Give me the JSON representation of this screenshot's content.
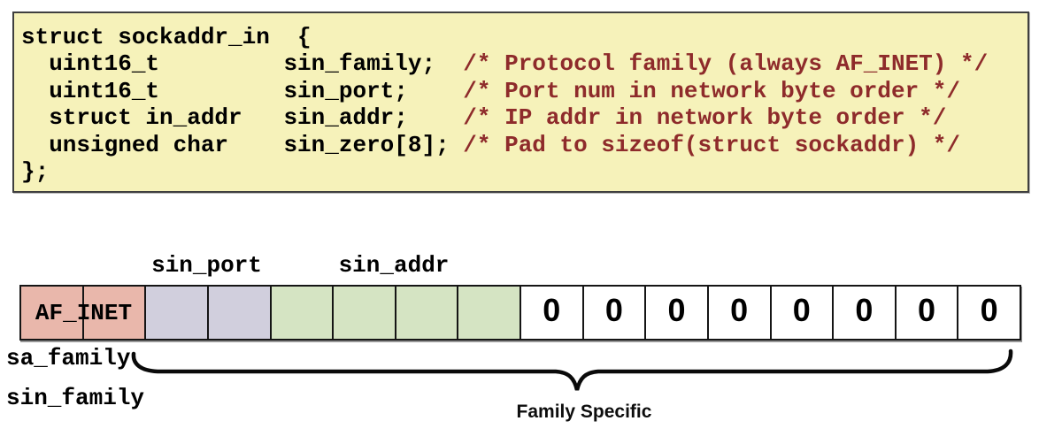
{
  "code_box": {
    "background": "#f6f2ba",
    "border_color": "#3f3f3f",
    "code_color": "#000000",
    "comment_color": "#8e2b2b",
    "lines": [
      {
        "code": "struct sockaddr_in  {",
        "comment": ""
      },
      {
        "code": "  uint16_t         sin_family;  ",
        "comment": "/* Protocol family (always AF_INET) */"
      },
      {
        "code": "  uint16_t         sin_port;    ",
        "comment": "/* Port num in network byte order */"
      },
      {
        "code": "  struct in_addr   sin_addr;    ",
        "comment": "/* IP addr in network byte order */"
      },
      {
        "code": "  unsigned char    sin_zero[8]; ",
        "comment": "/* Pad to sizeof(struct sockaddr) */"
      },
      {
        "code": "};",
        "comment": ""
      }
    ]
  },
  "byte_layout": {
    "cell_border_color": "#151515",
    "top_labels": [
      {
        "text": "sin_port"
      },
      {
        "text": "sin_addr"
      }
    ],
    "groups": [
      {
        "field": "sin_family",
        "bytes": 2,
        "color": "#e9b7ab",
        "overlay_label": "AF_INET",
        "cell_text": ""
      },
      {
        "field": "sin_port",
        "bytes": 2,
        "color": "#d1cfdd",
        "overlay_label": "",
        "cell_text": ""
      },
      {
        "field": "sin_addr",
        "bytes": 4,
        "color": "#d5e4c3",
        "overlay_label": "",
        "cell_text": ""
      },
      {
        "field": "sin_zero",
        "bytes": 8,
        "color": "#ffffff",
        "overlay_label": "",
        "cell_text": "0"
      }
    ],
    "left_labels": [
      {
        "text": "sa_family"
      },
      {
        "text": "sin_family"
      }
    ],
    "brace_label": "Family Specific"
  }
}
